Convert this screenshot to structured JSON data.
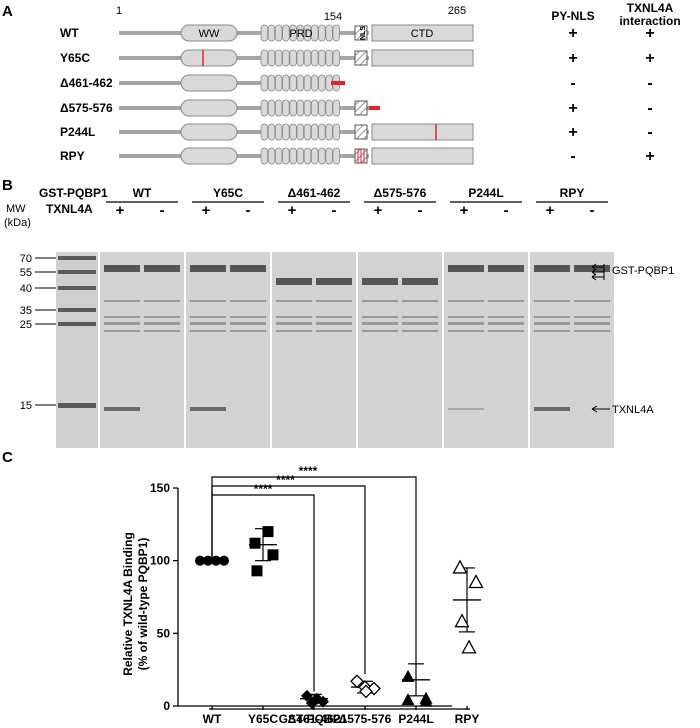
{
  "panel_a": {
    "letter": "A",
    "ruler_labels": [
      "1",
      "154",
      "265"
    ],
    "domain_labels": [
      "WW",
      "PRD",
      "NLS",
      "CTD"
    ],
    "header_pynls": "PY-NLS",
    "header_txnl4a_line1": "TXNL4A",
    "header_txnl4a_line2": "interaction",
    "rows": [
      {
        "name": "WT",
        "pynls": "+",
        "txnl4a": "+"
      },
      {
        "name": "Y65C",
        "pynls": "+",
        "txnl4a": "+"
      },
      {
        "name": "Δ461-462",
        "pynls": "-",
        "txnl4a": "-"
      },
      {
        "name": "Δ575-576",
        "pynls": "+",
        "txnl4a": "-"
      },
      {
        "name": "P244L",
        "pynls": "+",
        "txnl4a": "-"
      },
      {
        "name": "RPY",
        "pynls": "-",
        "txnl4a": "+"
      }
    ],
    "mutation_color": "#e8202a"
  },
  "panel_b": {
    "letter": "B",
    "mw_label_line1": "MW",
    "mw_label_line2": "(kDa)",
    "gst_label": "GST-PQBP1",
    "txnl4a_label": "TXNL4A",
    "ladder": [
      "70",
      "55",
      "40",
      "35",
      "25",
      "15"
    ],
    "groups": [
      "WT",
      "Y65C",
      "Δ461-462",
      "Δ575-576",
      "P244L",
      "RPY"
    ],
    "plus": "+",
    "minus": "-",
    "right_label_gst": "GST-PQBP1",
    "right_label_txnl4a": "TXNL4A"
  },
  "panel_c": {
    "letter": "C",
    "significance": "****",
    "group_label": "GST-PQBP1"
  },
  "chart_data": {
    "type": "scatter",
    "title": "",
    "ylabel": "Relative TXNL4A Binding (% of wild-type PQBP1)",
    "ylabel_line1": "Relative TXNL4A Binding",
    "ylabel_line2": "(% of wild-type PQBP1)",
    "xlabel": "GST-PQBP1",
    "ylim": [
      0,
      150
    ],
    "yticks": [
      0,
      50,
      100,
      150
    ],
    "categories": [
      "WT",
      "Y65C",
      "Δ461-462",
      "Δ575-576",
      "P244L",
      "RPY"
    ],
    "series": [
      {
        "category": "WT",
        "marker": "circle-filled",
        "points": [
          100,
          100,
          100,
          100
        ],
        "mean": 100,
        "sd": 0
      },
      {
        "category": "Y65C",
        "marker": "square-filled",
        "points": [
          120,
          112,
          104,
          93
        ],
        "mean": 111,
        "sd": 11
      },
      {
        "category": "Δ461-462",
        "marker": "diamond-filled",
        "points": [
          7,
          5,
          3,
          2
        ],
        "mean": 5,
        "sd": 3
      },
      {
        "category": "Δ575-576",
        "marker": "diamond-open",
        "points": [
          17,
          13,
          12,
          10
        ],
        "mean": 13,
        "sd": 4
      },
      {
        "category": "P244L",
        "marker": "triangle-filled",
        "points": [
          20,
          5,
          4,
          3
        ],
        "mean": 18,
        "sd": 11
      },
      {
        "category": "RPY",
        "marker": "triangle-open",
        "points": [
          95,
          85,
          58,
          40
        ],
        "mean": 73,
        "sd": 22
      }
    ],
    "significance_comparisons": [
      {
        "from": "WT",
        "to": "Δ461-462",
        "label": "****"
      },
      {
        "from": "WT",
        "to": "Δ575-576",
        "label": "****"
      },
      {
        "from": "WT",
        "to": "P244L",
        "label": "****"
      }
    ]
  }
}
